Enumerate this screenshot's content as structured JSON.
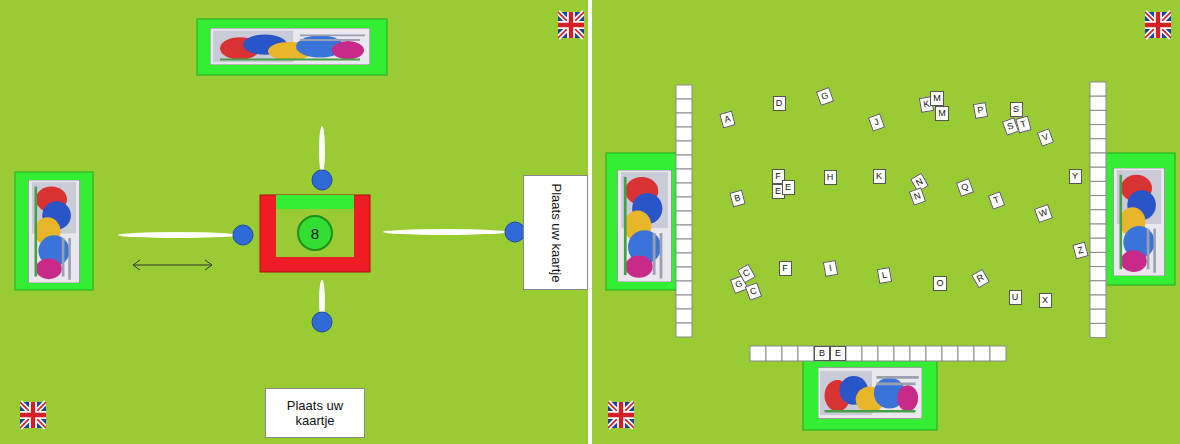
{
  "diagram": {
    "nodes": [
      {
        "text": [
          "8"
        ]
      },
      {
        "text": [
          "Plaats uw kaartje"
        ]
      },
      {
        "text": [
          "Plaats uw kaartje"
        ]
      },
      {
        "text": [
          "A"
        ]
      },
      {
        "text": [
          "D"
        ]
      },
      {
        "text": [
          "G"
        ]
      },
      {
        "text": [
          "J"
        ]
      },
      {
        "text": [
          "K"
        ]
      },
      {
        "text": [
          "M"
        ]
      },
      {
        "text": [
          "M"
        ]
      },
      {
        "text": [
          "P"
        ]
      },
      {
        "text": [
          "S"
        ]
      },
      {
        "text": [
          "S"
        ]
      },
      {
        "text": [
          "T"
        ]
      },
      {
        "text": [
          "V"
        ]
      },
      {
        "text": [
          "B"
        ]
      },
      {
        "text": [
          "F"
        ]
      },
      {
        "text": [
          "E"
        ]
      },
      {
        "text": [
          "E"
        ]
      },
      {
        "text": [
          "H"
        ]
      },
      {
        "text": [
          "K"
        ]
      },
      {
        "text": [
          "N"
        ]
      },
      {
        "text": [
          "N"
        ]
      },
      {
        "text": [
          "Q"
        ]
      },
      {
        "text": [
          "T"
        ]
      },
      {
        "text": [
          "W"
        ]
      },
      {
        "text": [
          "Y"
        ]
      },
      {
        "text": [
          "G"
        ]
      },
      {
        "text": [
          "C"
        ]
      },
      {
        "text": [
          "C"
        ]
      },
      {
        "text": [
          "F"
        ]
      },
      {
        "text": [
          "I"
        ]
      },
      {
        "text": [
          "L"
        ]
      },
      {
        "text": [
          "O"
        ]
      },
      {
        "text": [
          "R"
        ]
      },
      {
        "text": [
          "U"
        ]
      },
      {
        "text": [
          "X"
        ]
      },
      {
        "text": [
          "Z"
        ]
      },
      {
        "text": [
          "B"
        ]
      },
      {
        "text": [
          "E"
        ]
      }
    ]
  }
}
